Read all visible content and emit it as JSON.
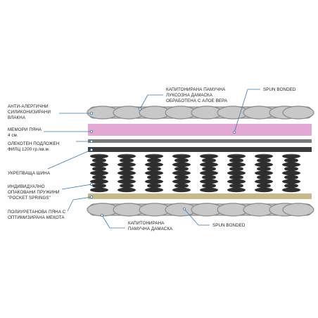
{
  "diagram": {
    "labels": {
      "anti_allergic_fiber": "АНТИ-АЛЕРГИЧНИ\nСИЛИКОНИЗИРАНИ\nВЛАКНА",
      "memory_foam": "МЕМОРИ ПЯНА\n4 см.",
      "felt": "ОЛЕКОТЕН ПОДЛОЖЕН\nФИЛЦ 1200 гр./кв.м.",
      "reinforcing_bar": "УКРЕПВАЩА ШИНА",
      "pocket_springs": "ИНДИВИДУАЛНО\nОПАКОВАНИ ПРУЖИНИ\n\"POCKET SPRINGS\"",
      "pu_foam": "ПОЛИУРЕТАНОВА ПЯНА С\nОПТИМИЗИРАНА МЕКОТА",
      "top_fabric": "КАПИТОНИРАНА ПАМУЧНА\nЛУКСОЗНА ДАМАСКА\nОБРАБОТЕНА С АЛОЕ ВЕРА",
      "spun_bonded_top": "SPUN BONDED",
      "bottom_fabric": "КАПИТОНИРАНА\nПАМУЧНА ДАМАСКА",
      "spun_bonded_bottom": "SPUN BONDED"
    },
    "colors": {
      "quilt_fill": "#c8c8c8",
      "quilt_stroke": "#8a8a8a",
      "memory_foam": "#e3a9d4",
      "felt_layer": "#7a7a7a",
      "bar_layer": "#3b3b3b",
      "springs": "#2e2e2e",
      "pu_foam": "#c8b98a",
      "leader_line": "#3a7ab5"
    }
  }
}
